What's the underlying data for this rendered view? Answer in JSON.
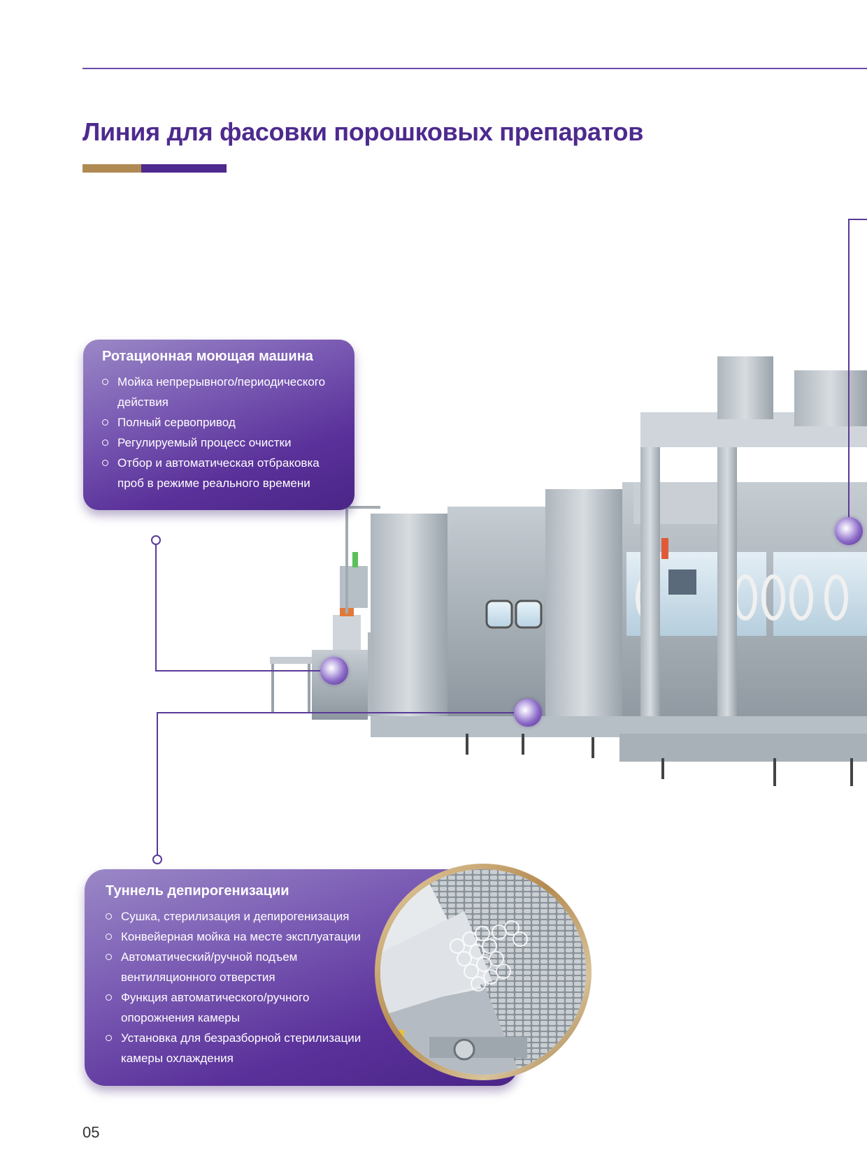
{
  "page": {
    "title": "Линия для фасовки порошковых препаратов",
    "page_number": "05"
  },
  "colors": {
    "primary_purple": "#4e2a8e",
    "accent_gold": "#b08a53",
    "card_gradient_light": "#9a88c6",
    "card_gradient_dark": "#4a2587"
  },
  "cards": {
    "washer": {
      "title": "Ротационная моющая машина",
      "items": [
        "Мойка непрерывного/периодического действия",
        "Полный сервопривод",
        "Регулируемый процесс очистки",
        "Отбор и автоматическая отбраковка проб в режиме реального времени"
      ]
    },
    "tunnel": {
      "title": "Туннель депирогенизации",
      "items": [
        "Сушка, стерилизация и депирогенизация",
        "Конвейерная мойка на месте эксплуатации",
        "Автоматический/ручной подъем вентиляционного отверстия",
        "Функция автоматического/ручного опорожнения камеры",
        "Установка для безразборной стерилизации камеры охлаждения"
      ]
    }
  },
  "images": {
    "machine_line": "powder-filling-line-photo",
    "tunnel_detail": "glass-vials-on-conveyor-photo"
  }
}
